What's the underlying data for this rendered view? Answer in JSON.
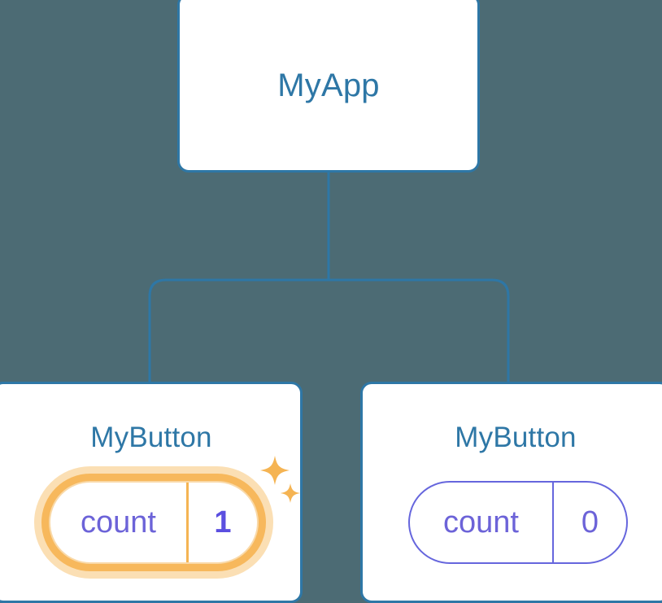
{
  "diagram": {
    "type": "component-tree",
    "background_color": "#4c6b74",
    "edge_color": "#2e77a6",
    "nodes": [
      {
        "id": "root",
        "label": "MyApp",
        "role": "parent-component",
        "has_state_pill": false
      },
      {
        "id": "child-left",
        "label": "MyButton",
        "role": "child-component",
        "highlighted": true,
        "state": {
          "key": "count",
          "value": "1"
        }
      },
      {
        "id": "child-right",
        "label": "MyButton",
        "role": "child-component",
        "highlighted": false,
        "state": {
          "key": "count",
          "value": "0"
        }
      }
    ],
    "edges": [
      {
        "from": "root",
        "to": "child-left"
      },
      {
        "from": "root",
        "to": "child-right"
      }
    ],
    "icons": [
      {
        "name": "sparkle-large",
        "color": "#f5b453"
      },
      {
        "name": "sparkle-small",
        "color": "#f5b453"
      }
    ],
    "colors": {
      "card_border": "#2e77a6",
      "card_background": "#ffffff",
      "title_text": "#2e77a6",
      "state_key_text": "#6c63d8",
      "state_value_text_plain": "#6c63d8",
      "state_value_text_highlight": "#5b4fe0",
      "pill_border_plain": "#6666dd",
      "pill_ring_inner": "#f7b85c",
      "pill_ring_outer": "#fbdfb4",
      "sparkle": "#f5b453"
    }
  }
}
